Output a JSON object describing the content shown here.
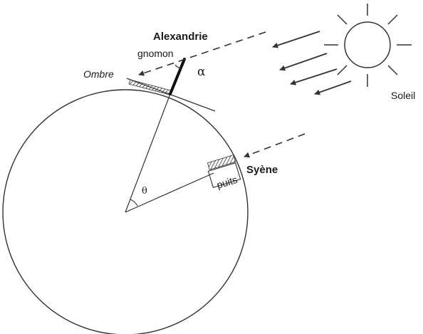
{
  "labels": {
    "alexandrie": "Alexandrie",
    "gnomon": "gnomon",
    "ombre": "Ombre",
    "alpha": "α",
    "soleil": "Soleil",
    "syene": "Syène",
    "puits": "puits",
    "theta": "θ"
  },
  "colors": {
    "ink": "#333333",
    "background": "#ffffff"
  }
}
